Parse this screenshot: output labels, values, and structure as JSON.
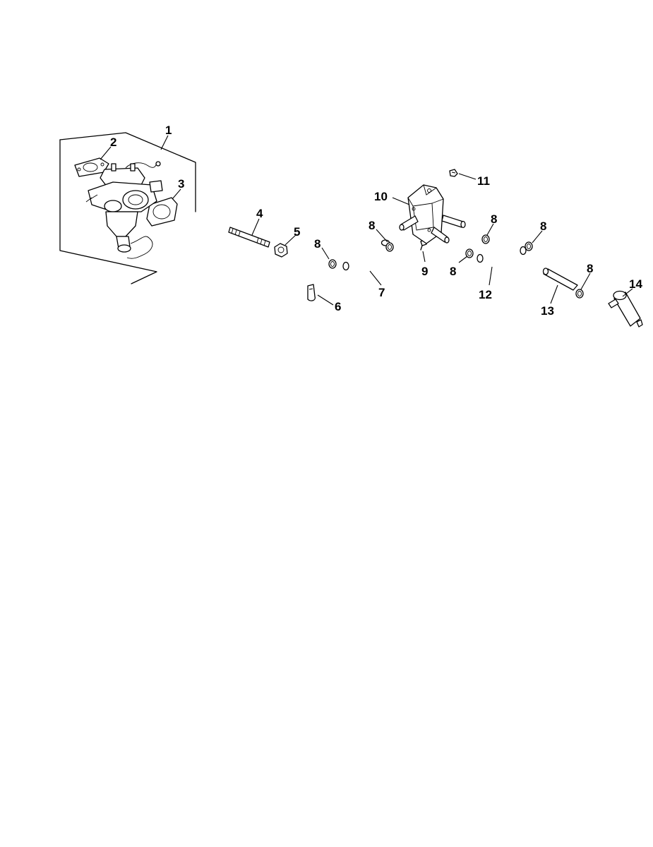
{
  "diagram": {
    "colors": {
      "ink": "#000000",
      "paper": "#ffffff"
    },
    "callouts": [
      {
        "id": "c1",
        "label": "1"
      },
      {
        "id": "c2",
        "label": "2"
      },
      {
        "id": "c3",
        "label": "3"
      },
      {
        "id": "c4",
        "label": "4"
      },
      {
        "id": "c5",
        "label": "5"
      },
      {
        "id": "c6",
        "label": "6"
      },
      {
        "id": "c7",
        "label": "7"
      },
      {
        "id": "c8a",
        "label": "8"
      },
      {
        "id": "c8b",
        "label": "8"
      },
      {
        "id": "c8c",
        "label": "8"
      },
      {
        "id": "c8d",
        "label": "8"
      },
      {
        "id": "c8e",
        "label": "8"
      },
      {
        "id": "c8f",
        "label": "8"
      },
      {
        "id": "c9",
        "label": "9"
      },
      {
        "id": "c10",
        "label": "10"
      },
      {
        "id": "c11",
        "label": "11"
      },
      {
        "id": "c12",
        "label": "12"
      },
      {
        "id": "c13",
        "label": "13"
      },
      {
        "id": "c14",
        "label": "14"
      }
    ]
  }
}
